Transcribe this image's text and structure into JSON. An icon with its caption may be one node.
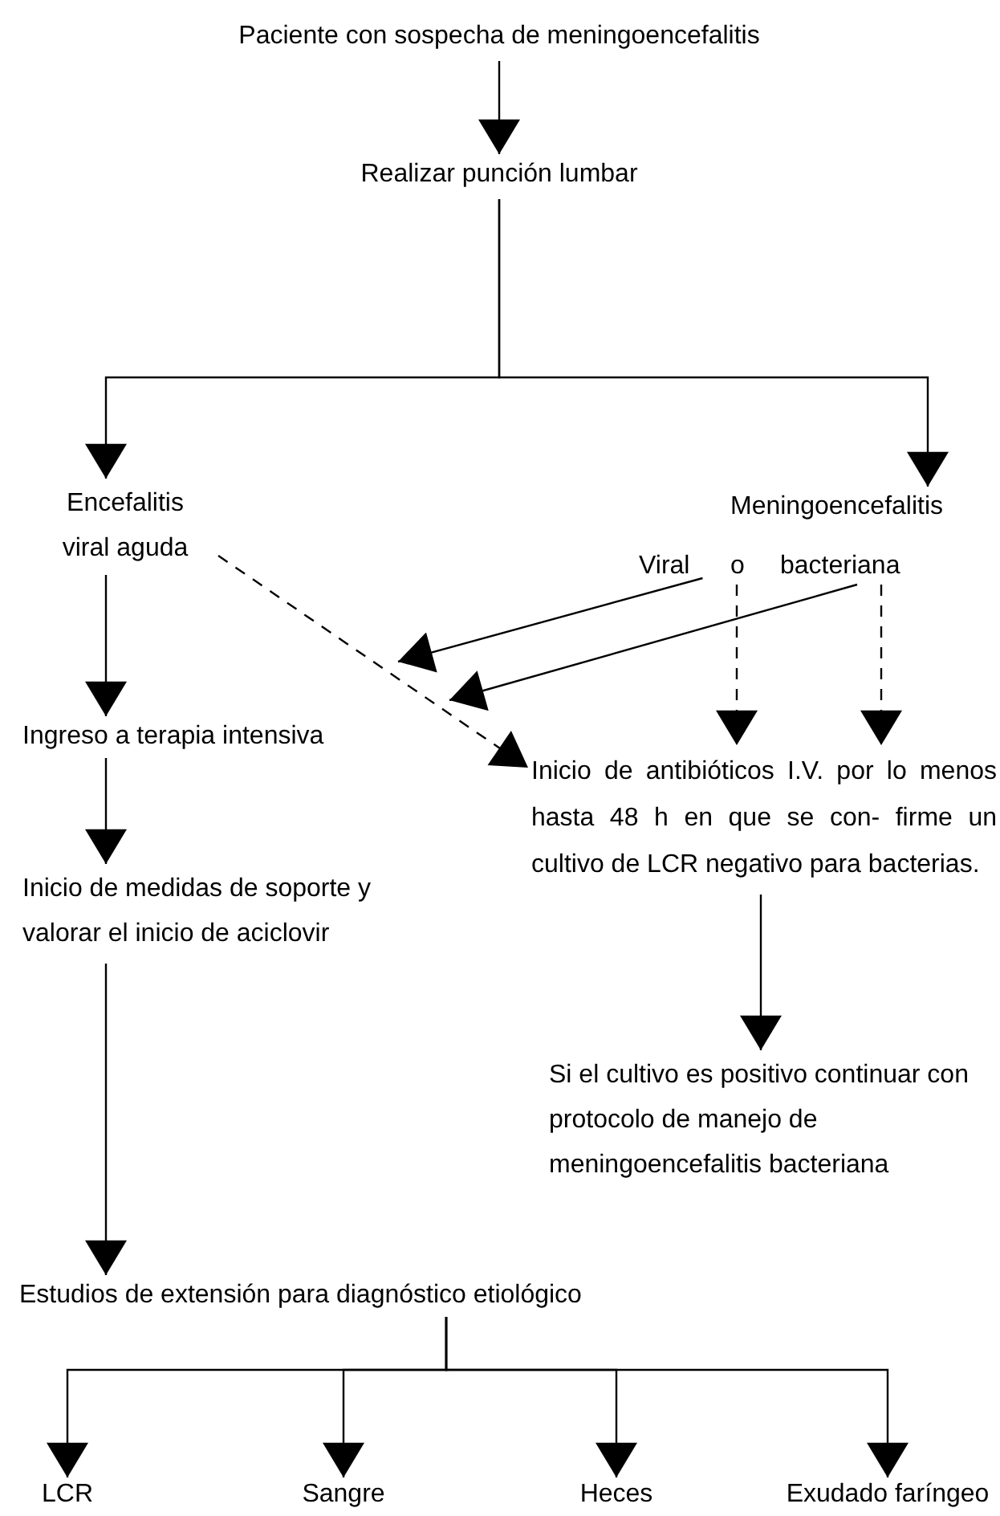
{
  "diagram": {
    "nodes": [
      {
        "text": [
          "Paciente con sospecha de meningoencefalitis"
        ]
      },
      {
        "text": [
          "Realizar punción lumbar"
        ]
      },
      {
        "text": [
          "Encefalitis viral aguda"
        ]
      },
      {
        "text": [
          "Meningoencefalitis"
        ]
      },
      {
        "text": [
          "Viral"
        ]
      },
      {
        "text": [
          "o"
        ]
      },
      {
        "text": [
          "bacteriana"
        ]
      },
      {
        "text": [
          "Ingreso a terapia intensiva"
        ]
      },
      {
        "text": [
          "Inicio de antibióticos I.V. por lo menos hasta 48 h en que se con- firme un cultivo de LCR negativo para bacterias."
        ]
      },
      {
        "text": [
          "Inicio de medidas de soporte y valorar el inicio de aciclovir"
        ]
      },
      {
        "text": [
          "Si el cultivo es positivo continuar con protocolo de manejo de meningoencefalitis bacteriana"
        ]
      },
      {
        "text": [
          "Estudios de extensión para diagnóstico etiológico"
        ]
      },
      {
        "text": [
          "LCR"
        ]
      },
      {
        "text": [
          "Sangre"
        ]
      },
      {
        "text": [
          "Heces"
        ]
      },
      {
        "text": [
          "Exudado faríngeo"
        ]
      }
    ],
    "edges": [
      {
        "from": 0,
        "to": 1,
        "arrow": "to"
      },
      {
        "from": 1,
        "to": 2,
        "arrow": "to"
      },
      {
        "from": 1,
        "to": 3,
        "arrow": "to"
      },
      {
        "from": 2,
        "to": 7,
        "arrow": "to"
      },
      {
        "from": 2,
        "to": 8,
        "arrow": "to",
        "style": "dashed"
      },
      {
        "from": 4,
        "to": null,
        "arrow": "to"
      },
      {
        "from": 6,
        "to": null,
        "arrow": "to"
      },
      {
        "from": 5,
        "to": 8,
        "arrow": "to",
        "style": "dashed"
      },
      {
        "from": 6,
        "to": 8,
        "arrow": "to",
        "style": "dashed"
      },
      {
        "from": 7,
        "to": 9,
        "arrow": "to"
      },
      {
        "from": 9,
        "to": 11,
        "arrow": "to"
      },
      {
        "from": 8,
        "to": 10,
        "arrow": "to"
      },
      {
        "from": 11,
        "to": 12,
        "arrow": "to"
      },
      {
        "from": 11,
        "to": 13,
        "arrow": "to"
      },
      {
        "from": 11,
        "to": 14,
        "arrow": "to"
      },
      {
        "from": 11,
        "to": 15,
        "arrow": "to"
      }
    ]
  }
}
